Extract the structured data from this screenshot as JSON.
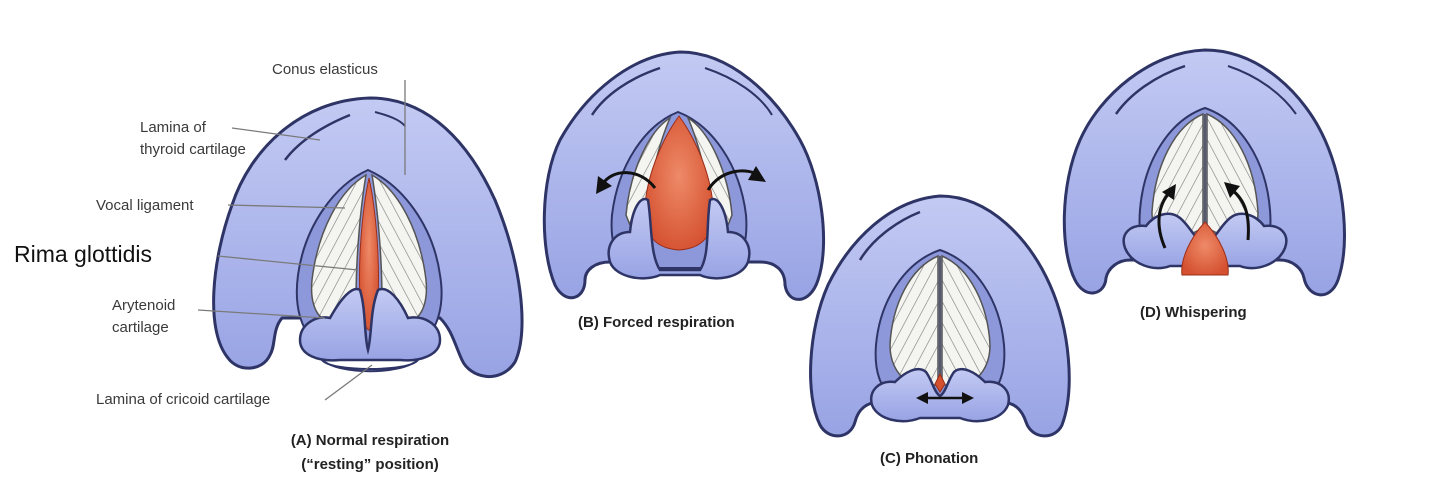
{
  "colors": {
    "cartilage_fill": "#aab4ec",
    "cartilage_light": "#c7cef5",
    "outline": "#2e3566",
    "glottis": "#d9593c",
    "glottis_light": "#ec8a6a",
    "fold_fill": "#f2f2ee",
    "fold_line": "#6b6b6b",
    "arrow": "#111111",
    "leader": "#7a7a7a"
  },
  "labels": {
    "conus_elasticus": "Conus elasticus",
    "lamina_thyroid_1": "Lamina of",
    "lamina_thyroid_2": "thyroid cartilage",
    "vocal_ligament": "Vocal ligament",
    "rima_glottidis": "Rima glottidis",
    "arytenoid_1": "Arytenoid",
    "arytenoid_2": "cartilage",
    "lamina_cricoid": "Lamina of cricoid cartilage"
  },
  "captions": {
    "a_line1": "(A) Normal respiration",
    "a_line2": "(“resting” position)",
    "b": "(B) Forced respiration",
    "c": "(C) Phonation",
    "d": "(D) Whispering"
  },
  "arrows": {
    "b": "rotation arrows abducting arytenoids",
    "c": "double-headed arrow adducting arytenoids",
    "d": "upward arrows at arytenoids"
  }
}
